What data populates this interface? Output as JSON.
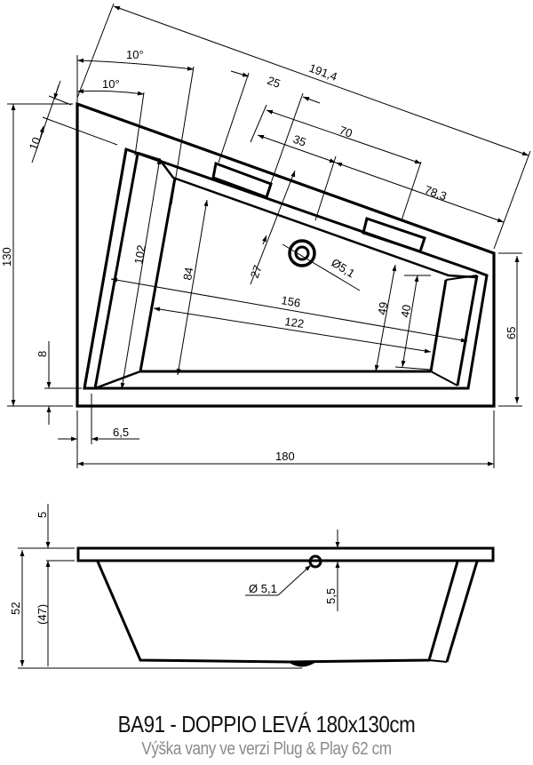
{
  "title": {
    "main": "BA91 - DOPPIO LEVÁ 180x130cm",
    "subtitle": "Výška vany ve verzi Plug & Play 62 cm"
  },
  "top_view": {
    "dimensions": {
      "angle_outer": "10°",
      "angle_inner": "10°",
      "rim_offset": "10",
      "diagonal_length": "191,4",
      "fixture_width": "25",
      "fixture_spacing": "70",
      "drain_offset": "35",
      "right_offset": "78,3",
      "overall_depth": "130",
      "inner_depth_outer": "102",
      "inner_depth_inner": "84",
      "drain_from_edge": "27",
      "drain_diameter": "Ø5,1",
      "inner_length_outer": "156",
      "inner_length_inner": "122",
      "right_depth_outer": "49",
      "right_depth_inner": "40",
      "right_side_height": "65",
      "bottom_rim": "8",
      "left_rim": "6,5",
      "overall_length": "180"
    }
  },
  "side_view": {
    "dimensions": {
      "rim_thickness": "5",
      "overall_height": "52",
      "basin_height": "(47)",
      "overflow_diameter": "Ø 5,1",
      "overflow_offset": "5,5"
    }
  },
  "colors": {
    "line": "#000000",
    "background": "#ffffff",
    "subtitle": "#8a8a8a"
  }
}
